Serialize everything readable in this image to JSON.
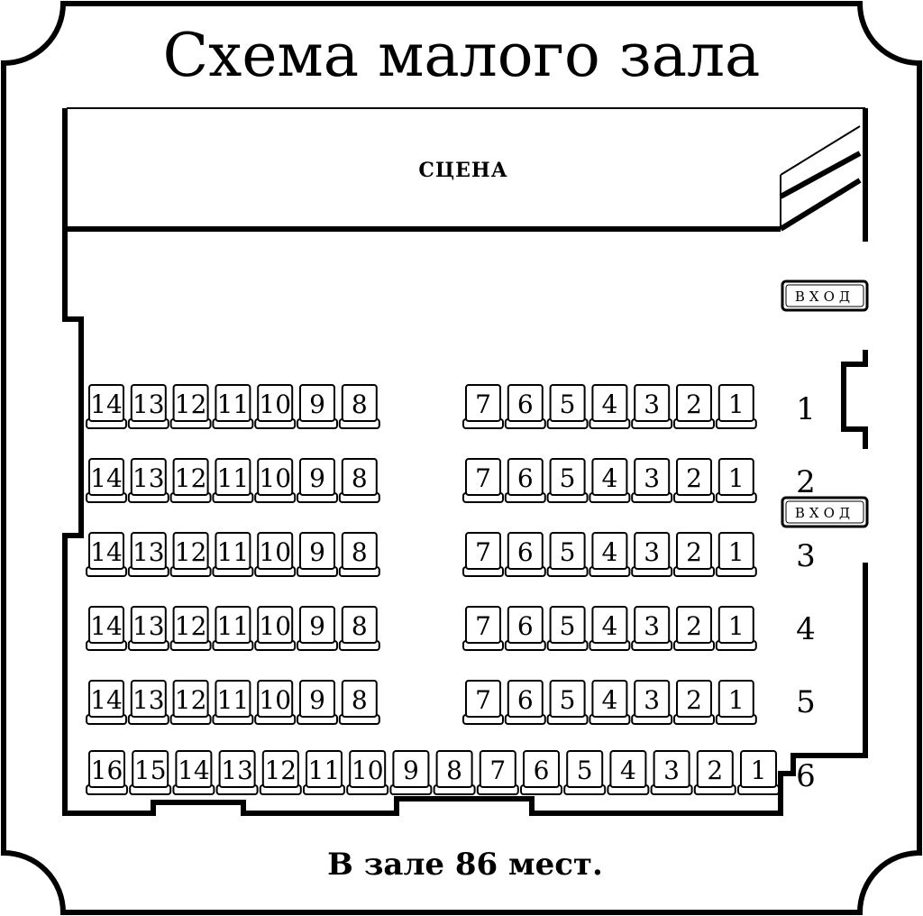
{
  "title": "Схема малого зала",
  "stage": {
    "label": "СЦЕНА"
  },
  "entrances": [
    {
      "label": "ВХОД"
    },
    {
      "label": "ВХОД"
    }
  ],
  "footer": "В зале 86 мест.",
  "rows": [
    {
      "number": "1",
      "left": [
        "14",
        "13",
        "12",
        "11",
        "10",
        "9",
        "8"
      ],
      "right": [
        "7",
        "6",
        "5",
        "4",
        "3",
        "2",
        "1"
      ]
    },
    {
      "number": "2",
      "left": [
        "14",
        "13",
        "12",
        "11",
        "10",
        "9",
        "8"
      ],
      "right": [
        "7",
        "6",
        "5",
        "4",
        "3",
        "2",
        "1"
      ]
    },
    {
      "number": "3",
      "left": [
        "14",
        "13",
        "12",
        "11",
        "10",
        "9",
        "8"
      ],
      "right": [
        "7",
        "6",
        "5",
        "4",
        "3",
        "2",
        "1"
      ]
    },
    {
      "number": "4",
      "left": [
        "14",
        "13",
        "12",
        "11",
        "10",
        "9",
        "8"
      ],
      "right": [
        "7",
        "6",
        "5",
        "4",
        "3",
        "2",
        "1"
      ]
    },
    {
      "number": "5",
      "left": [
        "14",
        "13",
        "12",
        "11",
        "10",
        "9",
        "8"
      ],
      "right": [
        "7",
        "6",
        "5",
        "4",
        "3",
        "2",
        "1"
      ]
    },
    {
      "number": "6",
      "seats": [
        "16",
        "15",
        "14",
        "13",
        "12",
        "11",
        "10",
        "9",
        "8",
        "7",
        "6",
        "5",
        "4",
        "3",
        "2",
        "1"
      ]
    }
  ]
}
